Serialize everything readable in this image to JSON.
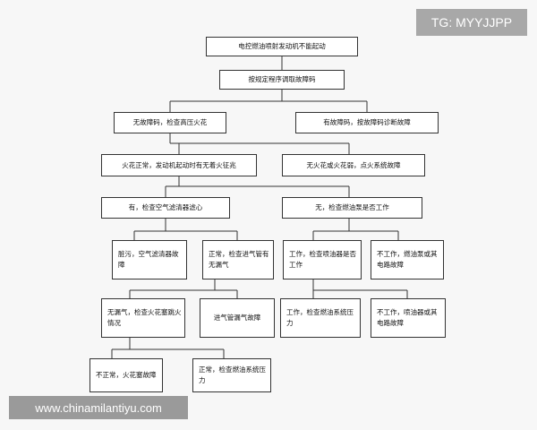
{
  "watermarks": {
    "telegram": "TG: MYYJJPP",
    "site": "www.chinamilantiyu.com"
  },
  "flow": {
    "root": "电控燃油喷射发动机不能起动",
    "read_codes": "按规定程序调取故障码",
    "no_code": "无故障码，检查高压火花",
    "has_code": "有故障码，按故障码诊断故障",
    "spark_ok": "火花正常，发动机起动时有无着火征兆",
    "no_spark": "无火花或火花弱，点火系统故障",
    "check_air_filter": "有，检查空气滤清器滤心",
    "check_pump": "无，检查燃油泵是否工作",
    "filter_dirty": "脏污，空气滤清器故障",
    "check_intake_leak": "正常，检查进气管有无漏气",
    "pump_working": "工作，检查喷油器是否工作",
    "pump_not_working": "不工作，燃油泵或其电路故障",
    "no_leak_check_plug": "无漏气，检查火花塞跳火情况",
    "intake_leak": "进气管漏气故障",
    "injector_working": "工作，检查燃油系统压力",
    "injector_not_working": "不工作，喷油器或其电路故障",
    "plug_abnormal": "不正常，火花塞故障",
    "plug_normal_check_pressure": "正常，检查燃油系统压力"
  }
}
